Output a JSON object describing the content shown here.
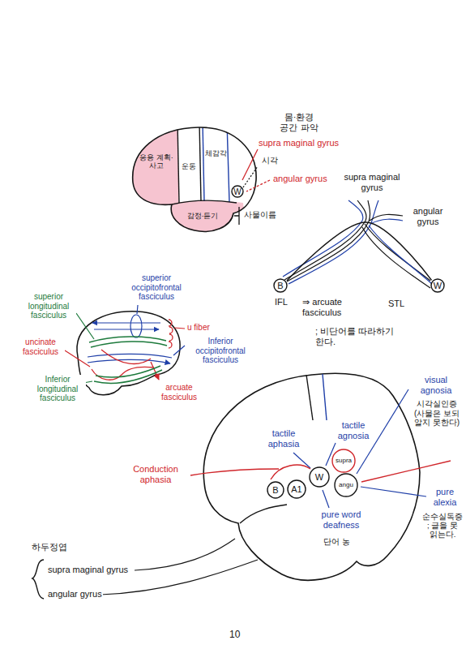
{
  "diagram": {
    "nodes": [
      {
        "text": [
          "응용 계획·사고"
        ]
      },
      {
        "text": [
          "운동"
        ]
      },
      {
        "text": [
          "체감각"
        ]
      },
      {
        "text": [
          "W"
        ]
      },
      {
        "text": [
          "감정·듣기"
        ]
      },
      {
        "text": [
          "B"
        ]
      },
      {
        "text": [
          "W"
        ]
      },
      {
        "text": [
          "B"
        ]
      },
      {
        "text": [
          "A1"
        ]
      },
      {
        "text": [
          "W"
        ]
      },
      {
        "text": [
          "supra"
        ]
      },
      {
        "text": [
          "angu"
        ]
      }
    ],
    "edges": [
      {
        "from": 5,
        "to": 6,
        "arrow": "none"
      }
    ],
    "labels": [
      "몸·환경 공간 파악",
      "supra maginal gyrus",
      "시각",
      "angular gyrus",
      "사물이름",
      "supra maginal gyrus",
      "angular gyrus",
      "superior occipitofrontal fasciculus",
      "IFL",
      "⇒ arcuate fasciculus",
      "STL",
      "; 비단어를 따라하기 한다.",
      "superior longitudinal fasciculus",
      "u fiber",
      "uncinate fasciculus",
      "Inferior occipitofrontal fasciculus",
      "arcuate fasciculus",
      "Inferior longitudinal fasciculus",
      "visual agnosia",
      "시각실인증 (사물은 보되 알지 못한다)",
      "tactile aphasia",
      "tactile agnosia",
      "Conduction aphasia",
      "pure alexia",
      "순수실독증 ; 글을 못 읽는다.",
      "pure word deafness",
      "단어 농",
      "하두정엽",
      "supra maginal gyrus",
      "angular gyrus",
      "10"
    ]
  }
}
